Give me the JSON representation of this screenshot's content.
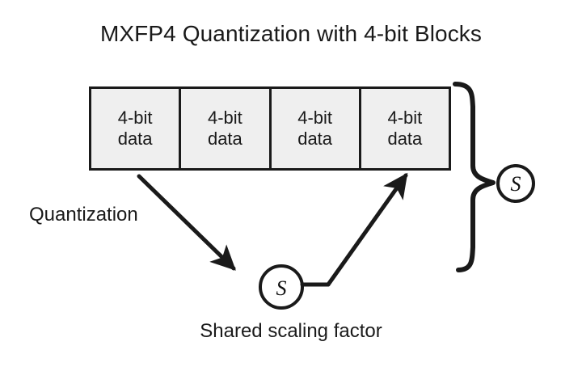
{
  "title": "MXFP4 Quantization with 4-bit Blocks",
  "blocks": [
    {
      "line1": "4-bit",
      "line2": "data"
    },
    {
      "line1": "4-bit",
      "line2": "data"
    },
    {
      "line1": "4-bit",
      "line2": "data"
    },
    {
      "line1": "4-bit",
      "line2": "data"
    }
  ],
  "labels": {
    "quantization": "Quantization",
    "shared_factor": "Shared scaling factor"
  },
  "scale_nodes": {
    "block_scale_glyph": "S",
    "shared_scale_glyph": "S"
  },
  "colors": {
    "background": "#ffffff",
    "block_fill": "#efefef",
    "stroke": "#1a1a1a",
    "text": "#1a1a1a"
  }
}
